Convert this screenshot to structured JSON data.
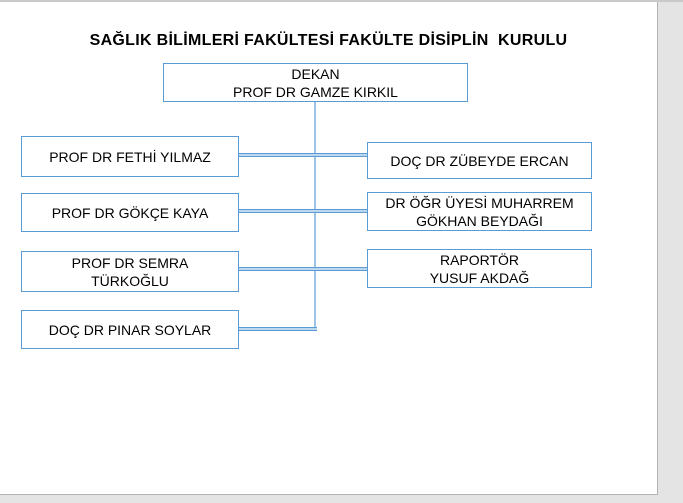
{
  "title": "SAĞLIK BİLİMLERİ FAKÜLTESİ FAKÜLTE DİSİPLİN  KURULU",
  "org": {
    "root": {
      "line1": "DEKAN",
      "line2": "PROF DR GAMZE KIRKIL"
    },
    "left": [
      {
        "line1": "PROF DR FETHİ YILMAZ"
      },
      {
        "line1": "PROF DR GÖKÇE KAYA"
      },
      {
        "line1": "PROF DR SEMRA",
        "line2": "TÜRKOĞLU"
      },
      {
        "line1": "DOÇ DR PINAR SOYLAR"
      }
    ],
    "right": [
      {
        "line1": "DOÇ DR ZÜBEYDE ERCAN"
      },
      {
        "line1": "DR ÖĞR ÜYESİ MUHARREM",
        "line2": "GÖKHAN BEYDAĞI"
      },
      {
        "line1": "RAPORTÖR",
        "line2": "YUSUF AKDAĞ"
      }
    ]
  },
  "colors": {
    "box_border": "#5b9bd5",
    "connector_edge": "#5b9bd5",
    "connector_fill": "#bdd7ee",
    "vertical_line": "#9dc3e6",
    "page_background": "#ffffff",
    "outside_background": "#e4e4e4",
    "page_border": "#b3b3b3",
    "text": "#000000"
  }
}
